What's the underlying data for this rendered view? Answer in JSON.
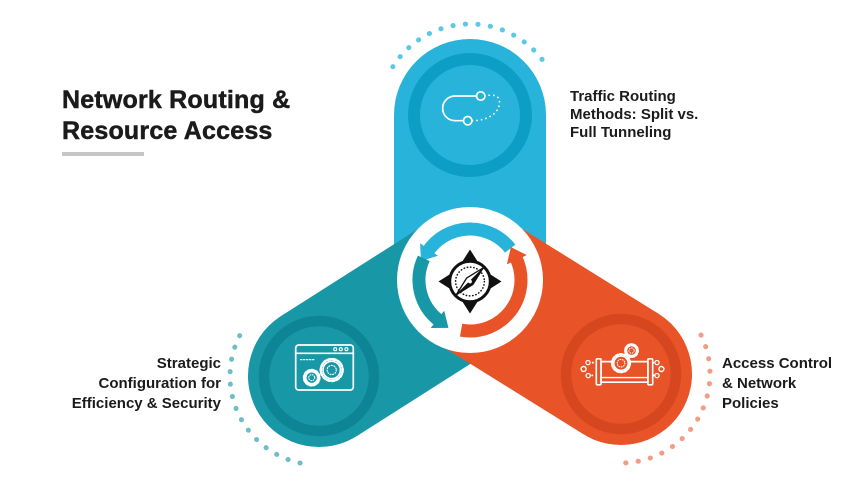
{
  "title": {
    "lines": [
      "Network Routing &",
      "Resource Access"
    ]
  },
  "labels": {
    "top": {
      "lines": [
        "Traffic Routing",
        "Methods: Split vs.",
        "Full Tunneling"
      ]
    },
    "left": {
      "lines": [
        "Strategic",
        "Configuration for",
        "Efficiency & Security"
      ]
    },
    "right": {
      "lines": [
        "Access Control",
        "& Network",
        "Policies"
      ]
    }
  },
  "icons": {
    "center": "compass-icon",
    "top": "route-path-icon",
    "left": "browser-gears-icon",
    "right": "pipeline-gears-icon"
  },
  "colors": {
    "cyan": "#28B4DA",
    "cyan_dark": "#0C9EC5",
    "cyan_dots": "#5BC8E6",
    "teal": "#1897A7",
    "teal_dark": "#0D8595",
    "teal_dots": "#6FBDC9",
    "orange": "#E85327",
    "orange_dark": "#D7471F",
    "orange_dots": "#F29C84",
    "text": "#1B1B1B",
    "underline": "#C6C6C6",
    "background": "#FFFFFF",
    "compass": "#111111"
  }
}
